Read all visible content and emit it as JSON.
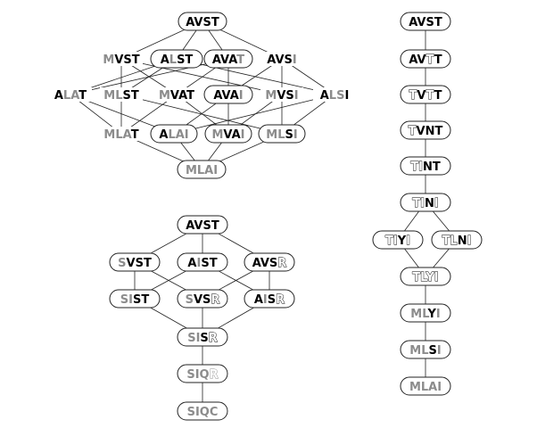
{
  "colors": {
    "b": "#000000",
    "g": "#8c8c8c",
    "o": "outlined-black",
    "og": "outlined-gray"
  },
  "diagrams": [
    {
      "id": "lattice-a",
      "nodes": [
        {
          "id": "a1",
          "box": true,
          "parts": [
            [
              "AVST",
              "b"
            ]
          ]
        },
        {
          "id": "a2",
          "box": false,
          "parts": [
            [
              "M",
              "g"
            ],
            [
              "VST",
              "b"
            ]
          ]
        },
        {
          "id": "a3",
          "box": true,
          "parts": [
            [
              "A",
              "b"
            ],
            [
              "L",
              "g"
            ],
            [
              "ST",
              "b"
            ]
          ]
        },
        {
          "id": "a4",
          "box": true,
          "parts": [
            [
              "AVA",
              "b"
            ],
            [
              "T",
              "g"
            ]
          ]
        },
        {
          "id": "a5",
          "box": false,
          "parts": [
            [
              "AVS",
              "b"
            ],
            [
              "I",
              "g"
            ]
          ]
        },
        {
          "id": "a6",
          "box": false,
          "parts": [
            [
              "A",
              "b"
            ],
            [
              "LA",
              "g"
            ],
            [
              "T",
              "b"
            ]
          ]
        },
        {
          "id": "a7",
          "box": false,
          "parts": [
            [
              "ML",
              "g"
            ],
            [
              "ST",
              "b"
            ]
          ]
        },
        {
          "id": "a8",
          "box": false,
          "parts": [
            [
              "M",
              "g"
            ],
            [
              "VAT",
              "b"
            ]
          ]
        },
        {
          "id": "a9",
          "box": true,
          "parts": [
            [
              "AVA",
              "b"
            ],
            [
              "I",
              "g"
            ]
          ]
        },
        {
          "id": "a10",
          "box": false,
          "parts": [
            [
              "M",
              "g"
            ],
            [
              "VS",
              "b"
            ],
            [
              "I",
              "g"
            ]
          ]
        },
        {
          "id": "a11",
          "box": false,
          "parts": [
            [
              "A",
              "b"
            ],
            [
              "LS",
              "g"
            ],
            [
              "I",
              "b"
            ]
          ]
        },
        {
          "id": "a12",
          "box": false,
          "parts": [
            [
              "MLA",
              "g"
            ],
            [
              "T",
              "b"
            ]
          ]
        },
        {
          "id": "a13",
          "box": true,
          "parts": [
            [
              "A",
              "b"
            ],
            [
              "LAI",
              "g"
            ]
          ]
        },
        {
          "id": "a14",
          "box": true,
          "parts": [
            [
              "M",
              "g"
            ],
            [
              "VA",
              "b"
            ],
            [
              "I",
              "g"
            ]
          ]
        },
        {
          "id": "a15",
          "box": true,
          "parts": [
            [
              "ML",
              "g"
            ],
            [
              "S",
              "b"
            ],
            [
              "I",
              "g"
            ]
          ]
        },
        {
          "id": "a16",
          "box": true,
          "parts": [
            [
              "MLAI",
              "g"
            ]
          ]
        }
      ],
      "edges": [
        [
          "a1",
          "a2"
        ],
        [
          "a1",
          "a3"
        ],
        [
          "a1",
          "a4"
        ],
        [
          "a1",
          "a5"
        ],
        [
          "a2",
          "a7"
        ],
        [
          "a2",
          "a8"
        ],
        [
          "a2",
          "a10"
        ],
        [
          "a3",
          "a6"
        ],
        [
          "a3",
          "a7"
        ],
        [
          "a3",
          "a11"
        ],
        [
          "a4",
          "a6"
        ],
        [
          "a4",
          "a8"
        ],
        [
          "a4",
          "a9"
        ],
        [
          "a5",
          "a9"
        ],
        [
          "a5",
          "a10"
        ],
        [
          "a5",
          "a11"
        ],
        [
          "a6",
          "a12"
        ],
        [
          "a6",
          "a13"
        ],
        [
          "a7",
          "a12"
        ],
        [
          "a7",
          "a15"
        ],
        [
          "a8",
          "a12"
        ],
        [
          "a8",
          "a14"
        ],
        [
          "a9",
          "a13"
        ],
        [
          "a9",
          "a14"
        ],
        [
          "a10",
          "a14"
        ],
        [
          "a10",
          "a15"
        ],
        [
          "a11",
          "a13"
        ],
        [
          "a11",
          "a15"
        ],
        [
          "a12",
          "a16"
        ],
        [
          "a13",
          "a16"
        ],
        [
          "a14",
          "a16"
        ],
        [
          "a15",
          "a16"
        ]
      ]
    },
    {
      "id": "lattice-b",
      "nodes": [
        {
          "id": "b1",
          "box": true,
          "parts": [
            [
              "AVST",
              "b"
            ]
          ]
        },
        {
          "id": "b2",
          "box": true,
          "parts": [
            [
              "S",
              "g"
            ],
            [
              "VST",
              "b"
            ]
          ]
        },
        {
          "id": "b3",
          "box": true,
          "parts": [
            [
              "A",
              "b"
            ],
            [
              "I",
              "g"
            ],
            [
              "ST",
              "b"
            ]
          ]
        },
        {
          "id": "b4",
          "box": true,
          "parts": [
            [
              "AVS",
              "b"
            ],
            [
              "R",
              "o"
            ]
          ]
        },
        {
          "id": "b5",
          "box": true,
          "parts": [
            [
              "SI",
              "g"
            ],
            [
              "ST",
              "b"
            ]
          ]
        },
        {
          "id": "b6",
          "box": true,
          "parts": [
            [
              "S",
              "g"
            ],
            [
              "VS",
              "b"
            ],
            [
              "R",
              "o"
            ]
          ]
        },
        {
          "id": "b7",
          "box": true,
          "parts": [
            [
              "A",
              "b"
            ],
            [
              "I",
              "g"
            ],
            [
              "S",
              "b"
            ],
            [
              "R",
              "o"
            ]
          ]
        },
        {
          "id": "b8",
          "box": true,
          "parts": [
            [
              "SI",
              "g"
            ],
            [
              "S",
              "b"
            ],
            [
              "R",
              "o"
            ]
          ]
        },
        {
          "id": "b9",
          "box": true,
          "parts": [
            [
              "SIQ",
              "g"
            ],
            [
              "R",
              "og"
            ]
          ]
        },
        {
          "id": "b10",
          "box": true,
          "parts": [
            [
              "SIQC",
              "g"
            ]
          ]
        }
      ],
      "edges": [
        [
          "b1",
          "b2"
        ],
        [
          "b1",
          "b3"
        ],
        [
          "b1",
          "b4"
        ],
        [
          "b2",
          "b5"
        ],
        [
          "b2",
          "b6"
        ],
        [
          "b3",
          "b5"
        ],
        [
          "b3",
          "b7"
        ],
        [
          "b4",
          "b6"
        ],
        [
          "b4",
          "b7"
        ],
        [
          "b5",
          "b8"
        ],
        [
          "b6",
          "b8"
        ],
        [
          "b7",
          "b8"
        ],
        [
          "b8",
          "b9"
        ],
        [
          "b9",
          "b10"
        ]
      ]
    },
    {
      "id": "chain-c",
      "nodes": [
        {
          "id": "c1",
          "box": true,
          "parts": [
            [
              "AVST",
              "b"
            ]
          ]
        },
        {
          "id": "c2",
          "box": true,
          "parts": [
            [
              "AV",
              "b"
            ],
            [
              "T",
              "o"
            ],
            [
              "T",
              "b"
            ]
          ]
        },
        {
          "id": "c3",
          "box": true,
          "parts": [
            [
              "T",
              "o"
            ],
            [
              "V",
              "b"
            ],
            [
              "T",
              "o"
            ],
            [
              "T",
              "b"
            ]
          ]
        },
        {
          "id": "c4",
          "box": true,
          "parts": [
            [
              "T",
              "o"
            ],
            [
              "VNT",
              "b"
            ]
          ]
        },
        {
          "id": "c5",
          "box": true,
          "parts": [
            [
              "TI",
              "o"
            ],
            [
              "NT",
              "b"
            ]
          ]
        },
        {
          "id": "c6",
          "box": true,
          "parts": [
            [
              "TI",
              "o"
            ],
            [
              "N",
              "b"
            ],
            [
              "I",
              "o"
            ]
          ]
        },
        {
          "id": "c7",
          "box": true,
          "parts": [
            [
              "TI",
              "o"
            ],
            [
              "Y",
              "b"
            ],
            [
              "I",
              "o"
            ]
          ]
        },
        {
          "id": "c8",
          "box": true,
          "parts": [
            [
              "TL",
              "o"
            ],
            [
              "N",
              "b"
            ],
            [
              "I",
              "o"
            ]
          ]
        },
        {
          "id": "c9",
          "box": true,
          "parts": [
            [
              "TLYI",
              "o"
            ]
          ]
        },
        {
          "id": "c10",
          "box": true,
          "parts": [
            [
              "ML",
              "g"
            ],
            [
              "Y",
              "b"
            ],
            [
              "I",
              "g"
            ]
          ]
        },
        {
          "id": "c11",
          "box": true,
          "parts": [
            [
              "ML",
              "g"
            ],
            [
              "S",
              "b"
            ],
            [
              "I",
              "g"
            ]
          ]
        },
        {
          "id": "c12",
          "box": true,
          "parts": [
            [
              "MLAI",
              "g"
            ]
          ]
        }
      ],
      "edges": [
        [
          "c1",
          "c2"
        ],
        [
          "c2",
          "c3"
        ],
        [
          "c3",
          "c4"
        ],
        [
          "c4",
          "c5"
        ],
        [
          "c5",
          "c6"
        ],
        [
          "c6",
          "c7"
        ],
        [
          "c6",
          "c8"
        ],
        [
          "c7",
          "c9"
        ],
        [
          "c8",
          "c9"
        ],
        [
          "c9",
          "c10"
        ],
        [
          "c10",
          "c11"
        ],
        [
          "c11",
          "c12"
        ]
      ]
    }
  ]
}
